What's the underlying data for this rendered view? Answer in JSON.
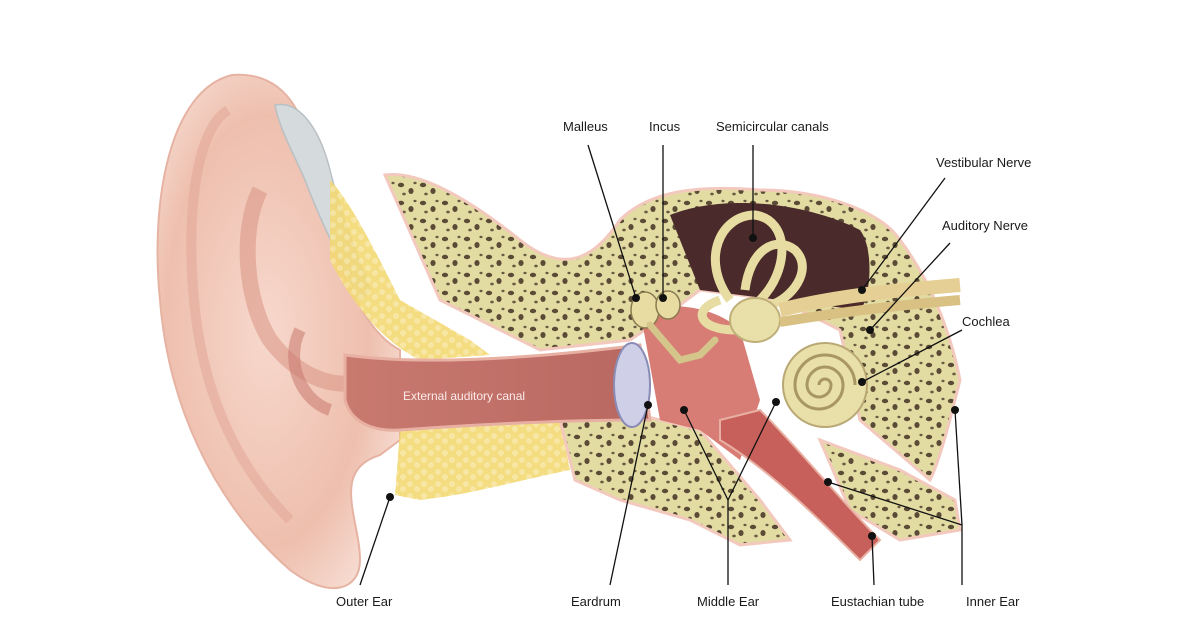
{
  "labels": {
    "malleus": "Malleus",
    "incus": "Incus",
    "semicircular_canals": "Semicircular canals",
    "vestibular_nerve": "Vestibular Nerve",
    "auditory_nerve": "Auditory Nerve",
    "cochlea": "Cochlea",
    "external_auditory_canal": "External auditory canal",
    "outer_ear": "Outer Ear",
    "eardrum": "Eardrum",
    "middle_ear": "Middle Ear",
    "eustachian_tube": "Eustachian tube",
    "inner_ear": "Inner Ear"
  },
  "colors": {
    "skin": "#efc2b2",
    "skin_dark": "#d98f84",
    "canal": "#c97a6f",
    "bone": "#e4dfa6",
    "bone_pores": "#5a4a36",
    "fat": "#f3d873",
    "cartilage": "#d8dde0",
    "cavity": "#4a2a2a",
    "ossicle": "#e9dca3",
    "leader": "#111111"
  }
}
